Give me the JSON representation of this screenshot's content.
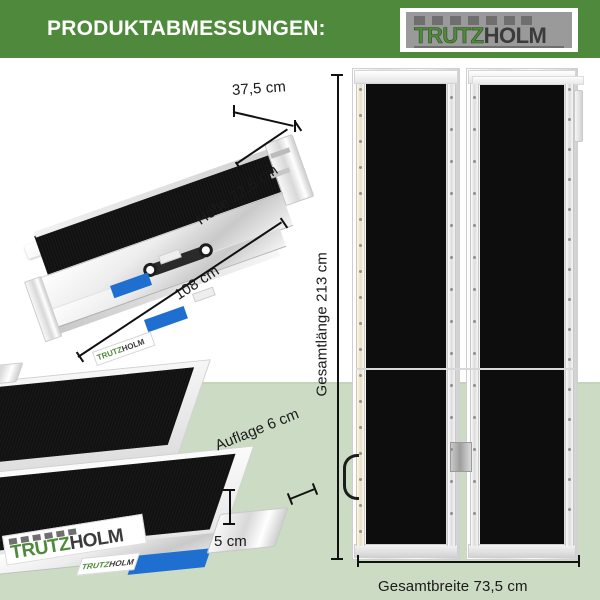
{
  "header": {
    "title": "PRODUKTABMESSUNGEN:",
    "logo": {
      "part1": "TRUTZ",
      "part2": "HOLM",
      "color_green": "#4f8a3c",
      "color_dark": "#3b3b3b",
      "plate_color": "#9a9a9a"
    },
    "band_color": "#4f8a3c",
    "title_color": "#ffffff"
  },
  "background": {
    "upper_color": "#ffffff",
    "lower_color": "#ccdcc4"
  },
  "dimensions": {
    "folded_depth": "37,5 cm",
    "folded_height": "Höhe 22,5 cm",
    "folded_length": "108 cm",
    "total_length": "Gesamtlänge 213 cm",
    "support_lip": "Auflage 6 cm",
    "lip_height": "5 cm",
    "total_width": "Gesamtbreite 73,5 cm"
  },
  "product": {
    "watermark": {
      "part1": "TRUTZ",
      "part2": "HOLM"
    },
    "surface_color": "#111111",
    "frame_color": "#e2e2e2",
    "sticker_color": "#1f6fd0"
  }
}
